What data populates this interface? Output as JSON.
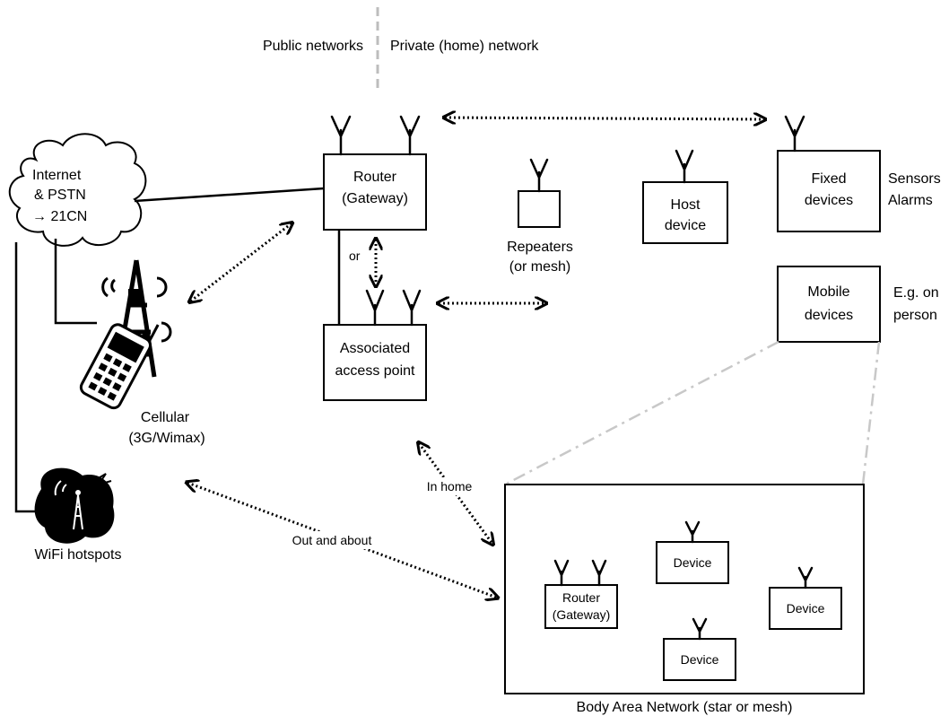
{
  "header": {
    "public": "Public networks",
    "private": "Private (home) network"
  },
  "cloud": {
    "line1": "Internet",
    "line2": "& PSTN",
    "line3": "→ 21CN"
  },
  "router": {
    "line1": "Router",
    "line2": "(Gateway)"
  },
  "repeaters": {
    "line1": "Repeaters",
    "line2": "(or mesh)"
  },
  "host": {
    "line1": "Host",
    "line2": "device"
  },
  "fixed": {
    "line1": "Fixed",
    "line2": "devices"
  },
  "sensors": {
    "line1": "Sensors",
    "line2": "Alarms"
  },
  "mobile": {
    "line1": "Mobile",
    "line2": "devices"
  },
  "person": {
    "line1": "E.g. on",
    "line2": "person"
  },
  "access_point": {
    "line1": "Associated",
    "line2": "access point"
  },
  "or_label": "or",
  "cellular": {
    "line1": "Cellular",
    "line2": "(3G/Wimax)"
  },
  "wifi": "WiFi hotspots",
  "in_home": "In home",
  "out_about": "Out and about",
  "ban": {
    "caption": "Body Area Network (star or mesh)",
    "router_line1": "Router",
    "router_line2": "(Gateway)",
    "device": "Device"
  }
}
